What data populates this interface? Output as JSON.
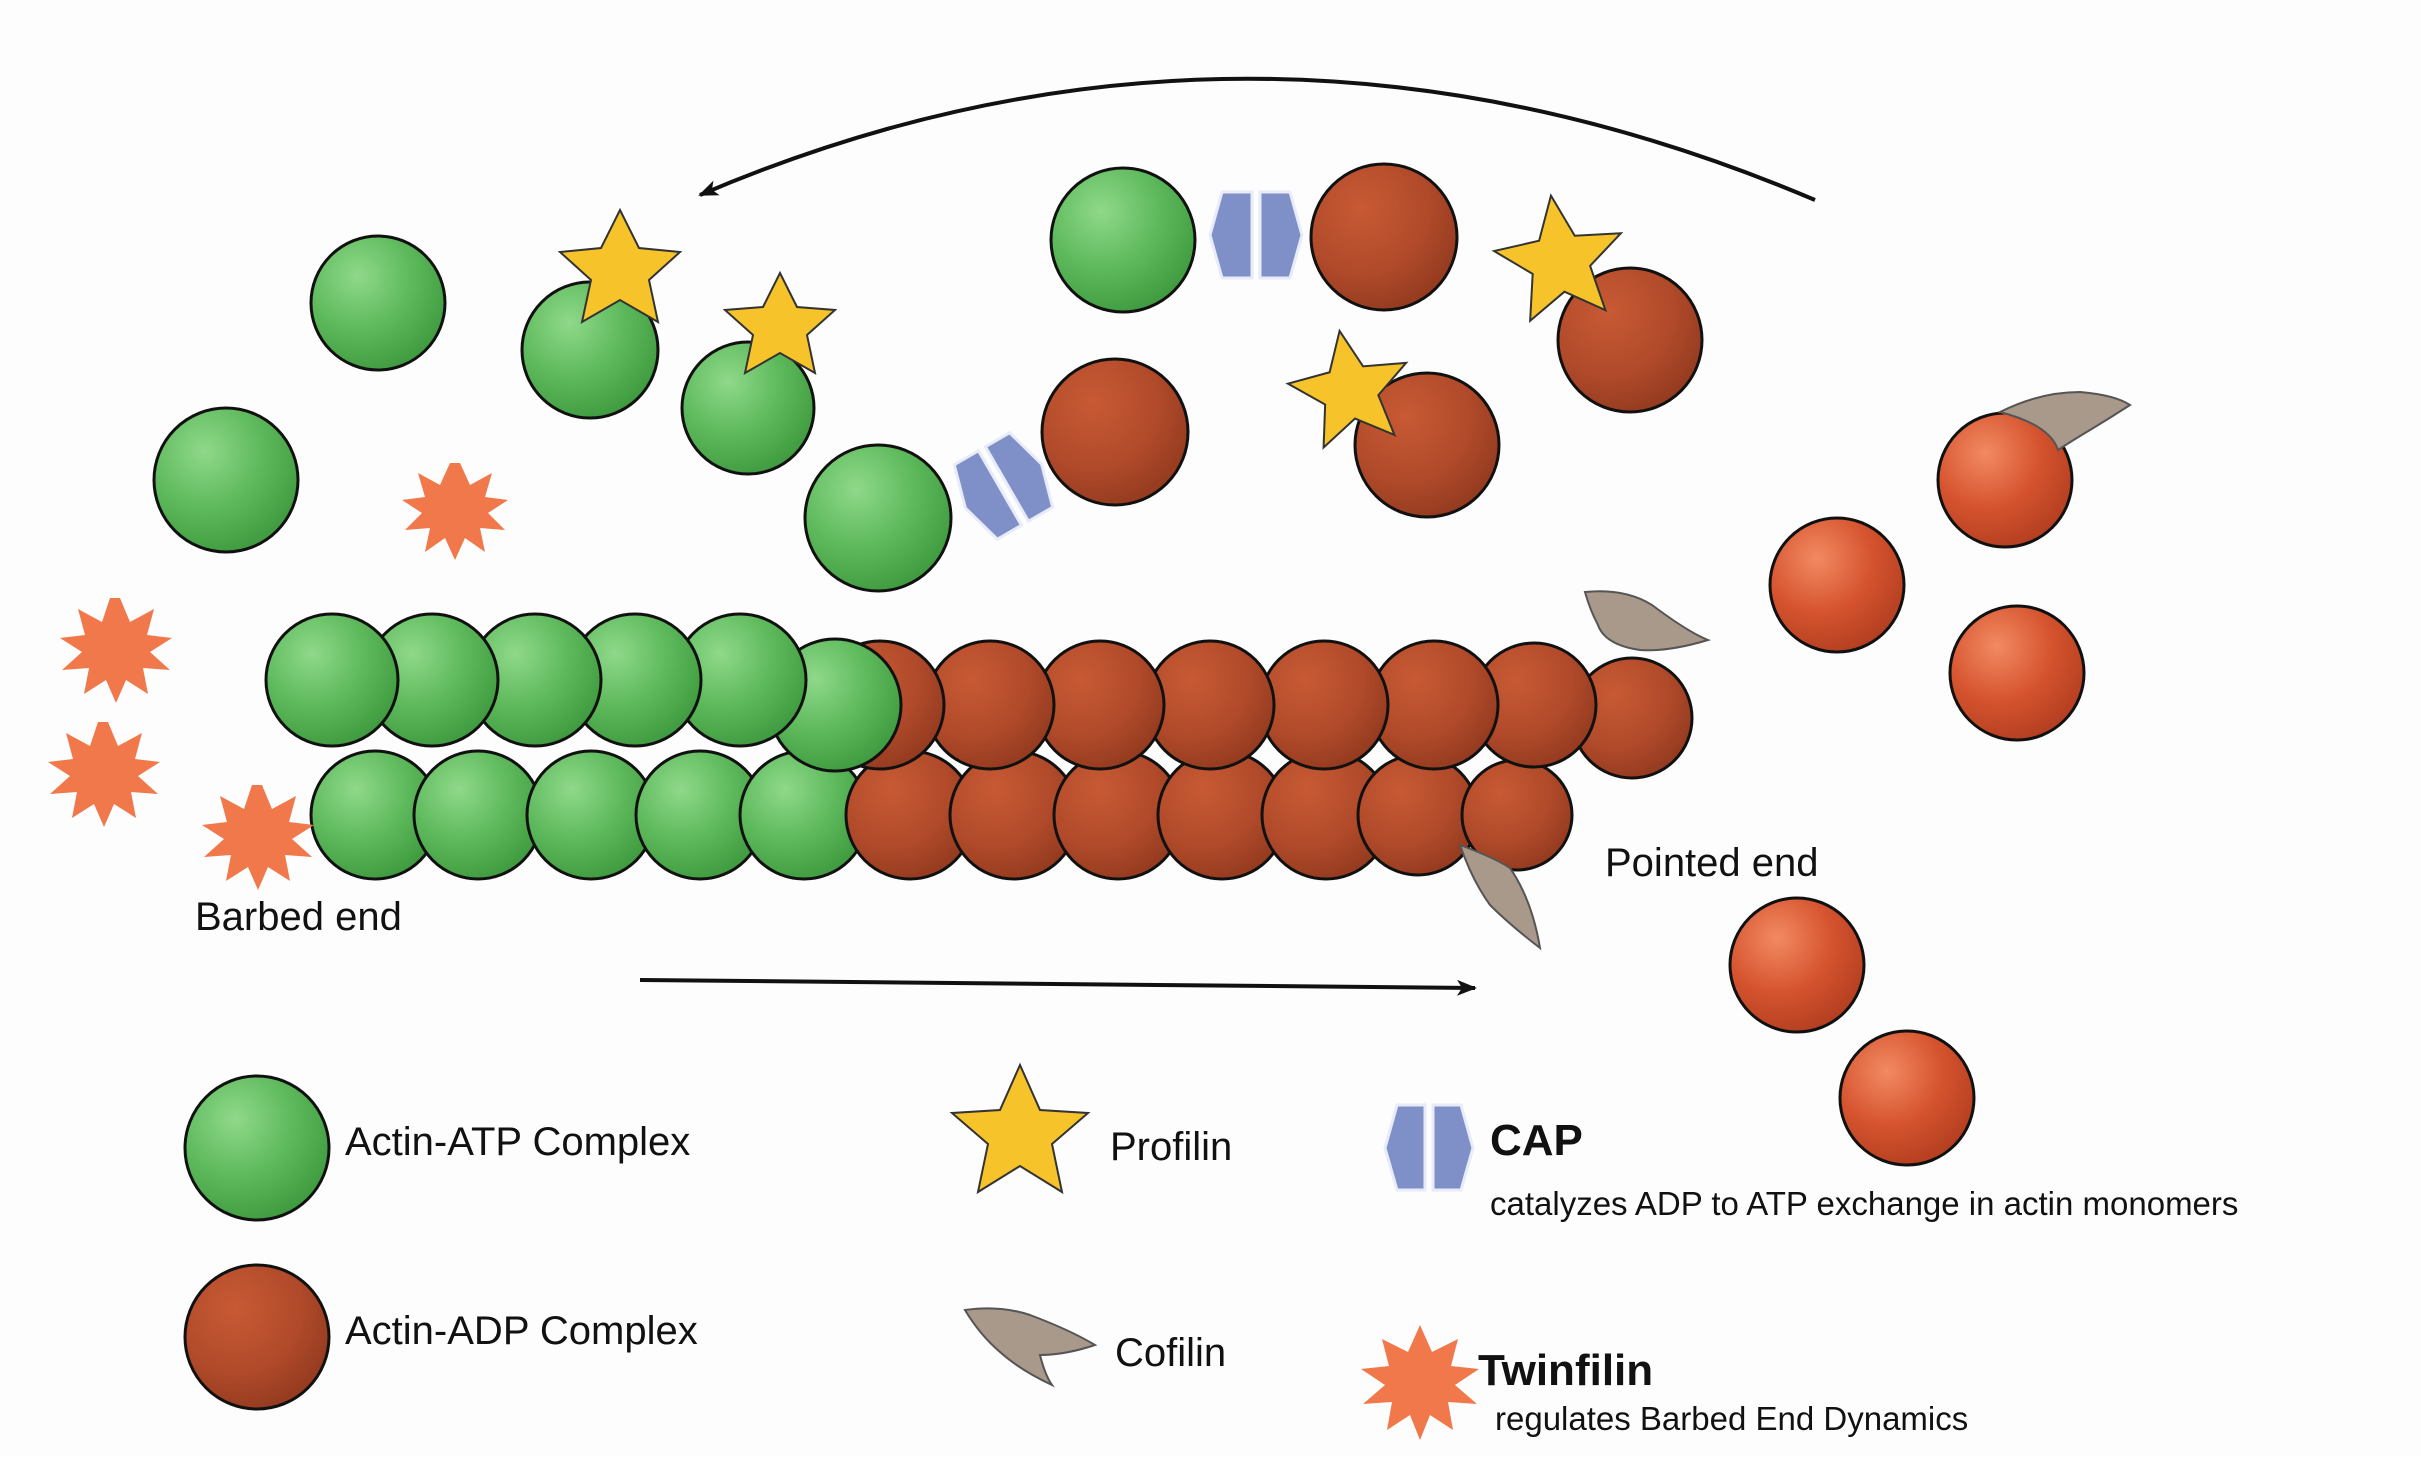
{
  "diagram": {
    "end_labels": {
      "barbed": "Barbed end",
      "pointed": "Pointed end"
    },
    "legend": {
      "atp": {
        "label": "Actin-ATP Complex",
        "icon": "green-actin-monomer-icon"
      },
      "adp": {
        "label": "Actin-ADP Complex",
        "icon": "brown-actin-monomer-icon"
      },
      "profilin": {
        "label": "Profilin",
        "icon": "star-icon"
      },
      "cofilin": {
        "label": "Cofilin",
        "icon": "leaf-icon"
      },
      "cap": {
        "title": "CAP",
        "description": "catalyzes ADP to ATP exchange in actin monomers",
        "icon": "hexagon-pair-icon"
      },
      "twinfilin": {
        "title": "Twinfilin",
        "description": "regulates Barbed End Dynamics",
        "icon": "burst-icon"
      }
    },
    "colors": {
      "atp_green": "#5cb85a",
      "adp_brown": "#b04a2a",
      "free_adp_orange": "#d5532e",
      "profilin_yellow": "#f6c42a",
      "cap_blue": "#7f8fc8",
      "cofilin_tan": "#a8998a",
      "twinfilin_orange": "#f0784a"
    }
  }
}
